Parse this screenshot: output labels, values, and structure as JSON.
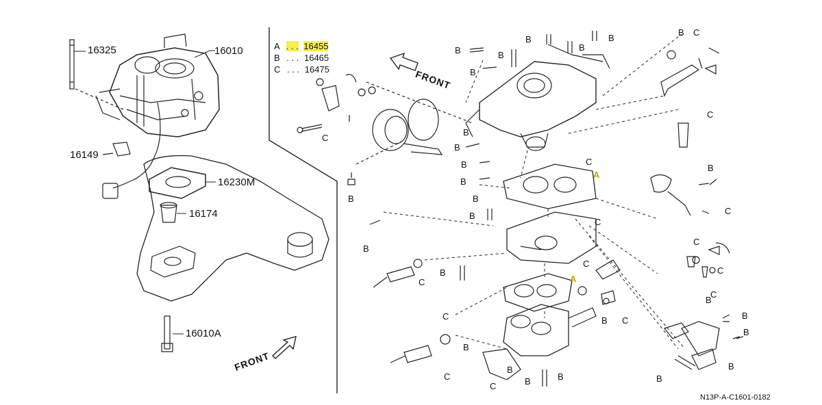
{
  "part_numbers": {
    "p16325": "16325",
    "p16010": "16010",
    "p16149": "16149",
    "p16230M": "16230M",
    "p16174": "16174",
    "p16010A": "16010A"
  },
  "legend": [
    {
      "key": "A",
      "dots": ". . .",
      "value": "16455",
      "highlight": true
    },
    {
      "key": "B",
      "dots": ". . .",
      "value": "16465",
      "highlight": false
    },
    {
      "key": "C",
      "dots": ". . .",
      "value": "16475",
      "highlight": false
    }
  ],
  "front_label": "FRONT",
  "callout_B": "B",
  "callout_C": "C",
  "callout_A": "A",
  "diagram_code": "N13P-A-C1601-0182",
  "colors": {
    "line": "#222222",
    "highlight": "#f6ef4a",
    "a_marker": "#c7b800"
  }
}
